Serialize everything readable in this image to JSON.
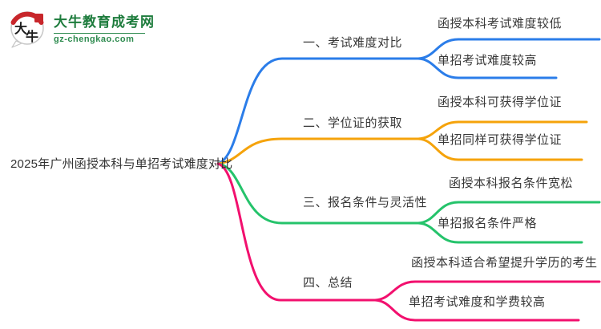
{
  "logo": {
    "icon_char1": "大",
    "icon_char2": "牛",
    "site_name": "大牛教育成考网",
    "site_url": "gz-chengkao.com"
  },
  "center": {
    "title": "2025年广州函授本科与单招考试难度对比"
  },
  "branches": [
    {
      "label": "一、考试难度对比",
      "color": "#2b7de9",
      "leaves": [
        "函授本科考试难度较低",
        "单招考试难度较高"
      ]
    },
    {
      "label": "二、学位证的获取",
      "color": "#f5a30b",
      "leaves": [
        "函授本科可获得学位证",
        "单招同样可获得学位证"
      ]
    },
    {
      "label": "三、报名条件与灵活性",
      "color": "#25c36b",
      "leaves": [
        "函授本科报名条件宽松",
        "单招报名条件严格"
      ]
    },
    {
      "label": "四、总结",
      "color": "#f2106e",
      "leaves": [
        "函授本科适合希望提升学历的考生",
        "单招考试难度和学费较高"
      ]
    }
  ]
}
